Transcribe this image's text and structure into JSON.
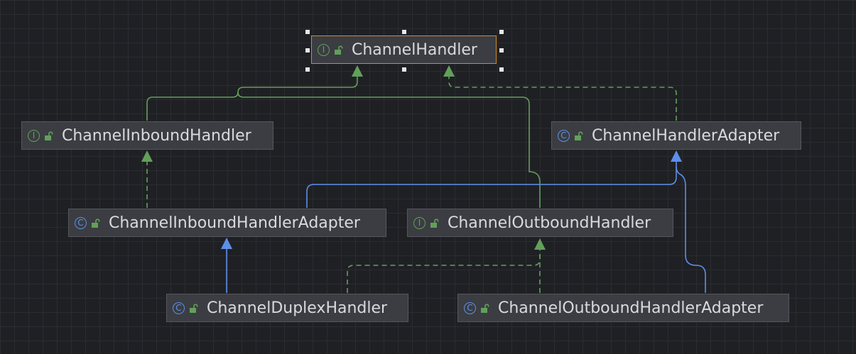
{
  "colors": {
    "background": "#1f2024",
    "node_fill": "#3b3d42",
    "node_border": "#55575d",
    "selected_border": "#cf8b2c",
    "text": "#d9dadd",
    "interface_edge": "#62a05a",
    "class_edge": "#5d8fe8"
  },
  "nodes": [
    {
      "id": "channel-handler",
      "label": "ChannelHandler",
      "kind": "interface",
      "kind_glyph": "I",
      "access_icon": "unlocked-icon",
      "selected": true
    },
    {
      "id": "channel-inbound-handler",
      "label": "ChannelInboundHandler",
      "kind": "interface",
      "kind_glyph": "I",
      "access_icon": "unlocked-icon",
      "selected": false
    },
    {
      "id": "channel-handler-adapter",
      "label": "ChannelHandlerAdapter",
      "kind": "class",
      "kind_glyph": "C",
      "access_icon": "unlocked-icon",
      "selected": false
    },
    {
      "id": "channel-inbound-handler-adapter",
      "label": "ChannelInboundHandlerAdapter",
      "kind": "class",
      "kind_glyph": "C",
      "access_icon": "unlocked-icon",
      "selected": false
    },
    {
      "id": "channel-outbound-handler",
      "label": "ChannelOutboundHandler",
      "kind": "interface",
      "kind_glyph": "I",
      "access_icon": "unlocked-icon",
      "selected": false
    },
    {
      "id": "channel-duplex-handler",
      "label": "ChannelDuplexHandler",
      "kind": "class",
      "kind_glyph": "C",
      "access_icon": "unlocked-icon",
      "selected": false
    },
    {
      "id": "channel-outbound-handler-adapter",
      "label": "ChannelOutboundHandlerAdapter",
      "kind": "class",
      "kind_glyph": "C",
      "access_icon": "unlocked-icon",
      "selected": false
    }
  ],
  "edges": [
    {
      "from": "channel-inbound-handler",
      "to": "channel-handler",
      "relation": "extends"
    },
    {
      "from": "channel-outbound-handler",
      "to": "channel-handler",
      "relation": "extends"
    },
    {
      "from": "channel-handler-adapter",
      "to": "channel-handler",
      "relation": "implements"
    },
    {
      "from": "channel-inbound-handler-adapter",
      "to": "channel-inbound-handler",
      "relation": "implements"
    },
    {
      "from": "channel-inbound-handler-adapter",
      "to": "channel-handler-adapter",
      "relation": "extends"
    },
    {
      "from": "channel-outbound-handler-adapter",
      "to": "channel-handler-adapter",
      "relation": "extends"
    },
    {
      "from": "channel-duplex-handler",
      "to": "channel-inbound-handler-adapter",
      "relation": "extends"
    },
    {
      "from": "channel-duplex-handler",
      "to": "channel-outbound-handler",
      "relation": "implements"
    },
    {
      "from": "channel-outbound-handler-adapter",
      "to": "channel-outbound-handler",
      "relation": "implements"
    }
  ]
}
